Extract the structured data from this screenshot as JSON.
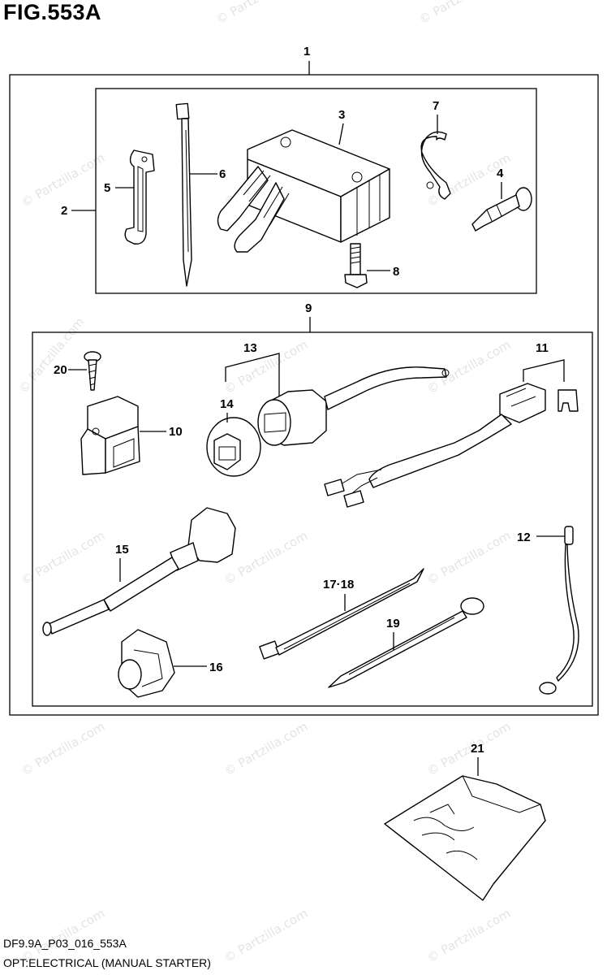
{
  "figure": {
    "title": "FIG.553A",
    "code": "DF9.9A_P03_016_553A",
    "description": "OPT:ELECTRICAL (MANUAL STARTER)"
  },
  "watermark": "© Partzilla.com",
  "callouts": {
    "c1": "1",
    "c2": "2",
    "c3": "3",
    "c4": "4",
    "c5": "5",
    "c6": "6",
    "c7": "7",
    "c8": "8",
    "c9": "9",
    "c10": "10",
    "c11": "11",
    "c12": "12",
    "c13": "13",
    "c14": "14",
    "c15": "15",
    "c16": "16",
    "c17_18": "17·18",
    "c19": "19",
    "c20": "20",
    "c21": "21"
  }
}
